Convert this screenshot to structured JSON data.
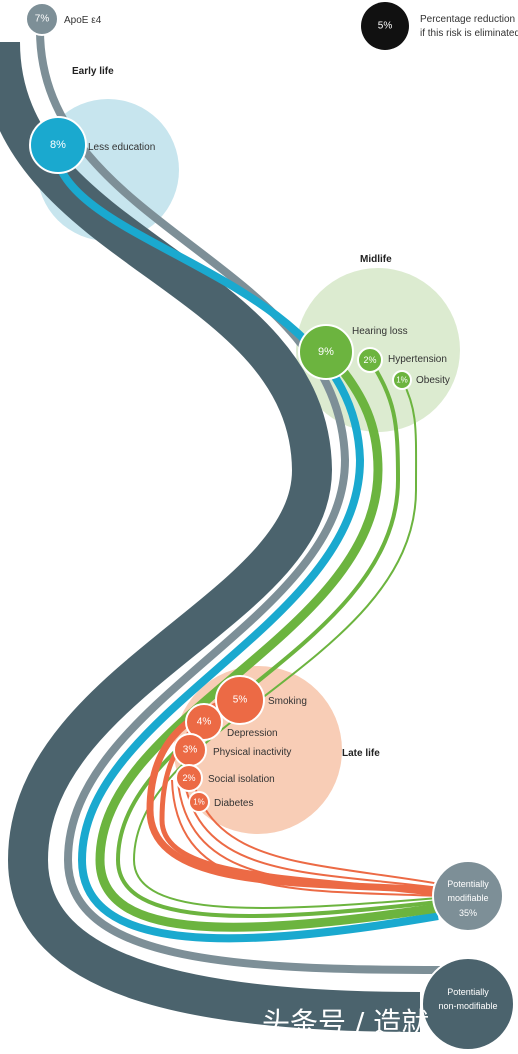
{
  "legend": {
    "sample_value": "5%",
    "text_line1": "Percentage reduction",
    "text_line2": "if this risk is eliminated"
  },
  "stages": {
    "early": "Early life",
    "mid": "Midlife",
    "late": "Late life"
  },
  "risks": {
    "apoe": {
      "value": "7%",
      "label": "ApoE ε4"
    },
    "education": {
      "value": "8%",
      "label": "Less education"
    },
    "hearing": {
      "value": "9%",
      "label": "Hearing loss"
    },
    "hypertension": {
      "value": "2%",
      "label": "Hypertension"
    },
    "obesity": {
      "value": "1%",
      "label": "Obesity"
    },
    "smoking": {
      "value": "5%",
      "label": "Smoking"
    },
    "depression": {
      "value": "4%",
      "label": "Depression"
    },
    "inactivity": {
      "value": "3%",
      "label": "Physical inactivity"
    },
    "isolation": {
      "value": "2%",
      "label": "Social isolation"
    },
    "diabetes": {
      "value": "1%",
      "label": "Diabetes"
    }
  },
  "outcomes": {
    "modifiable": {
      "line1": "Potentially",
      "line2": "modifiable",
      "value": "35%"
    },
    "nonmodifiable": {
      "line1": "Potentially",
      "line2": "non-modifiable"
    }
  },
  "watermark": "头条号 / 造就",
  "colors": {
    "dark_slate": "#4b636d",
    "grey": "#7d8f97",
    "blue": "#1aa9cf",
    "green": "#6cb43f",
    "orange": "#ec6a45",
    "early_bg": "#c7e5ee",
    "mid_bg": "#dcebd0",
    "late_bg": "#f8cdb6"
  }
}
